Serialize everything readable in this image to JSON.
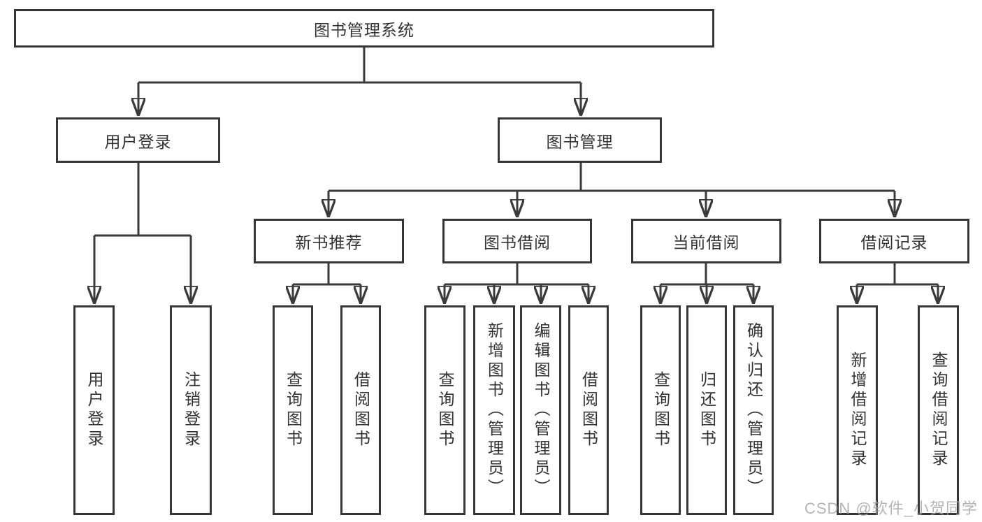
{
  "diagram": {
    "root": {
      "label": "图书管理系统"
    },
    "branches": [
      {
        "label": "用户登录",
        "children": [
          {
            "label": "用户登录"
          },
          {
            "label": "注销登录"
          }
        ]
      },
      {
        "label": "图书管理",
        "children": [
          {
            "label": "新书推荐",
            "children": [
              {
                "label": "查询图书"
              },
              {
                "label": "借阅图书"
              }
            ]
          },
          {
            "label": "图书借阅",
            "children": [
              {
                "label": "查询图书"
              },
              {
                "label": "新增图书（管理员）"
              },
              {
                "label": "编辑图书（管理员）"
              },
              {
                "label": "借阅图书"
              }
            ]
          },
          {
            "label": "当前借阅",
            "children": [
              {
                "label": "查询图书"
              },
              {
                "label": "归还图书"
              },
              {
                "label": "确认归还（管理员）"
              }
            ]
          },
          {
            "label": "借阅记录",
            "children": [
              {
                "label": "新增借阅记录"
              },
              {
                "label": "查询借阅记录"
              }
            ]
          }
        ]
      }
    ]
  },
  "watermark": {
    "text": "CSDN @软件_小贺同学"
  },
  "colors": {
    "line": "#3a3a3a",
    "box-border": "#363636",
    "box-fill": "#ffffff",
    "text": "#333333",
    "watermark": "#a8a8a8",
    "background": "#ffffff"
  }
}
